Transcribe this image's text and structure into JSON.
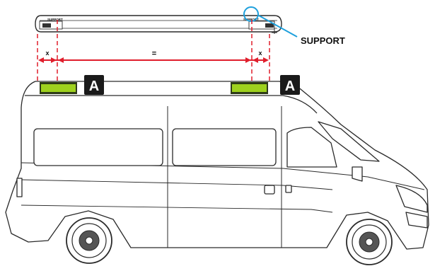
{
  "awning": {
    "left_support_label": "SUPPORT",
    "right_support_label": "SUPPORT"
  },
  "callout": {
    "label": "SUPPORT"
  },
  "dimensions": {
    "left_gap_label": "x",
    "middle_label": "=",
    "right_gap_label": "x"
  },
  "brackets": {
    "left_marker": "A",
    "right_marker": "A"
  },
  "colors": {
    "dimension_red": "#e01e2c",
    "callout_blue": "#1ea0dc",
    "bracket_green": "#9ed11e",
    "outline": "#2a2a2a",
    "marker_bg": "#1a1a1a",
    "marker_text": "#ffffff"
  }
}
